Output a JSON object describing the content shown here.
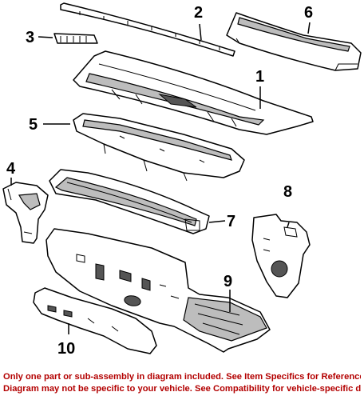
{
  "callouts": [
    {
      "id": "1",
      "label": "1"
    },
    {
      "id": "2",
      "label": "2"
    },
    {
      "id": "3",
      "label": "3"
    },
    {
      "id": "4",
      "label": "4"
    },
    {
      "id": "5",
      "label": "5"
    },
    {
      "id": "6",
      "label": "6"
    },
    {
      "id": "7",
      "label": "7"
    },
    {
      "id": "8",
      "label": "8"
    },
    {
      "id": "9",
      "label": "9"
    },
    {
      "id": "10",
      "label": "10"
    }
  ],
  "footer": {
    "line1": "Only one part or sub-assembly in diagram included. See Item Specifics for Reference #.",
    "line2": "Diagram may not be specific to your vehicle. See Compatibility for vehicle-specific diagrams."
  },
  "colors": {
    "footer_text": "#b30000",
    "line_art": "#000000",
    "background": "#ffffff"
  }
}
